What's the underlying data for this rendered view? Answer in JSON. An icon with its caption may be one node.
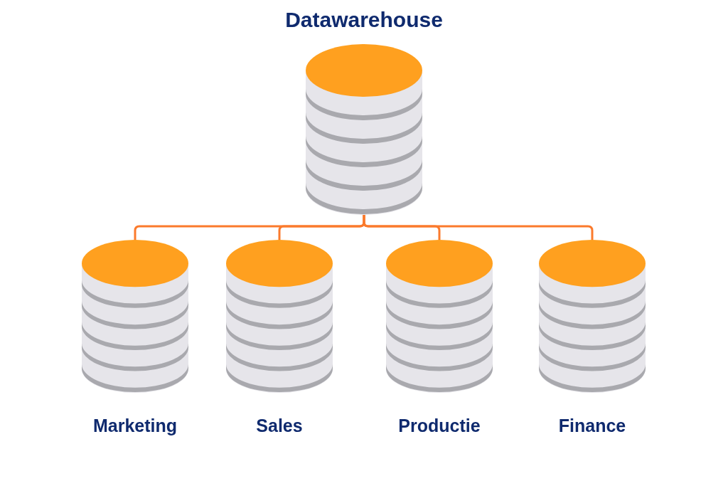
{
  "diagram": {
    "nodes": [
      {
        "text": [
          "Datawarehouse"
        ]
      },
      {
        "text": [
          "Marketing"
        ]
      },
      {
        "text": [
          "Sales"
        ]
      },
      {
        "text": [
          "Productie"
        ]
      },
      {
        "text": [
          "Finance"
        ]
      }
    ],
    "edges": [
      {
        "from": 0,
        "to": 1,
        "arrow": "none"
      },
      {
        "from": 0,
        "to": 2,
        "arrow": "none"
      },
      {
        "from": 0,
        "to": 3,
        "arrow": "none"
      },
      {
        "from": 0,
        "to": 4,
        "arrow": "none"
      }
    ]
  }
}
